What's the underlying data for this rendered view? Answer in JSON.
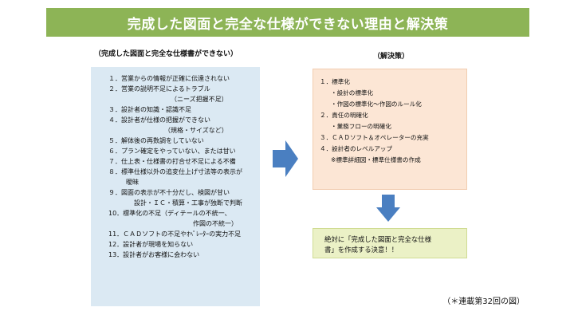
{
  "title": "完成した図面と完全な仕様ができない理由と解決策",
  "left_heading": "（完成した図面と完全な仕様書ができない）",
  "right_heading": "（解決策）",
  "reasons": [
    "１．営業からの情報が正確に伝達されない",
    "２．営業の説明不足によるトラブル",
    "（ニーズ把握不足）",
    "３．設計者の知識・認識不足",
    "４．設計者が仕様の把握ができない",
    "（規格・サイズなど）",
    "５．解体後の再数調をしていない",
    "６．プラン確定をやっていない、または甘い",
    "７．仕上表・仕様書の打合せ不足による不備",
    "８．標準仕様以外の追変仕上げ寸法等の表示が",
    "曖昧",
    "９．図面の表示が不十分だし、検図が甘い",
    "設計・ＩＣ・積算・工事が独断で判断",
    "10．標準化の不足（ディテールの不統一、",
    "作図の不統一）",
    "11．ＣＡＤソフトの不足やｵﾍﾟﾚｰﾀｰの実力不足",
    "12．設計者が現場を知らない",
    "13．設計者がお客様に会わない"
  ],
  "solutions": [
    "１．標準化",
    "・設計の標準化",
    "・作図の標準化〜作図のルール化",
    "２．責任の明確化",
    "・業務フローの明確化",
    "３．ＣＡＤソフト＆オペレーターの充実",
    "４．設計者のレベルアップ",
    "※標準詳細図・標準仕様書の作成"
  ],
  "result": {
    "line1": "絶対に「完成した図面と完全な仕様",
    "line2": "書」を作成する決意！！"
  },
  "footnote": "（＊連載第32回の図）",
  "colors": {
    "title_bar": "#8db456",
    "left_panel": "#dbe9f3",
    "right_panel": "#fce6d5",
    "result_box": "#ebf1c6",
    "arrow": "#4a7fc1"
  }
}
